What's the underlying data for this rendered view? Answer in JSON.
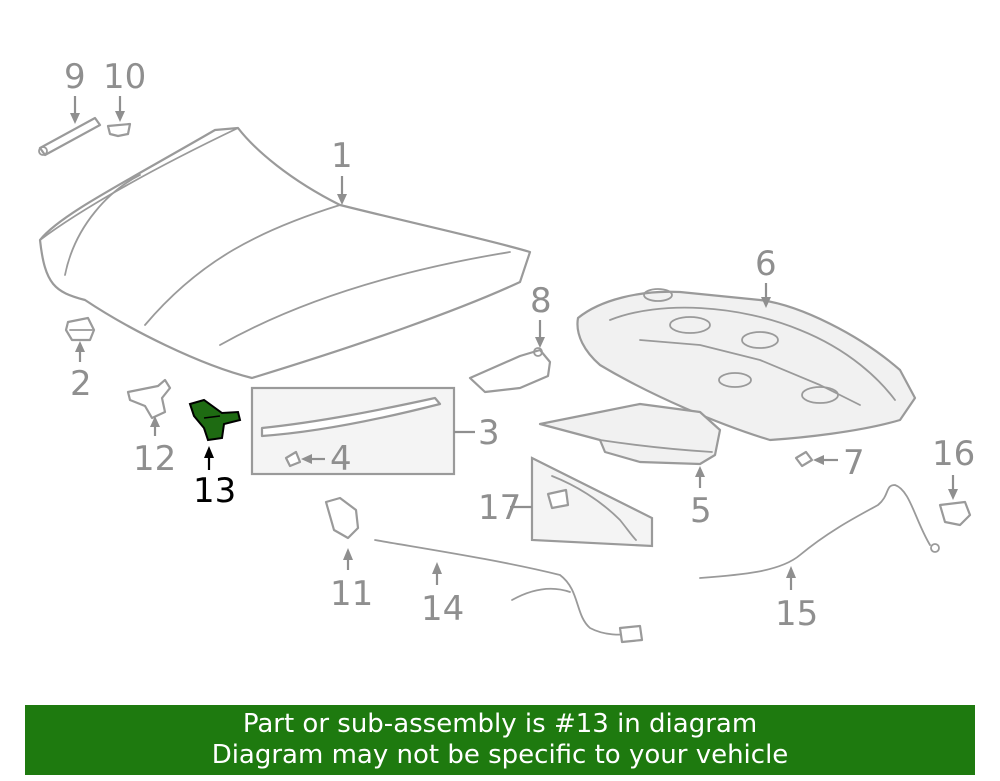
{
  "callouts": {
    "c1": "1",
    "c2": "2",
    "c3": "3",
    "c4": "4",
    "c5": "5",
    "c6": "6",
    "c7": "7",
    "c8": "8",
    "c9": "9",
    "c10": "10",
    "c11": "11",
    "c12": "12",
    "c13": "13",
    "c14": "14",
    "c15": "15",
    "c16": "16",
    "c17": "17"
  },
  "highlighted_part": "13",
  "colors": {
    "highlight_part": "#1e6b12",
    "banner": "#1e7a0f",
    "line_art": "#9a9a9a"
  },
  "banner": {
    "line1": "Part or sub-assembly is #13 in diagram",
    "line2": "Diagram may not be specific to your vehicle"
  }
}
